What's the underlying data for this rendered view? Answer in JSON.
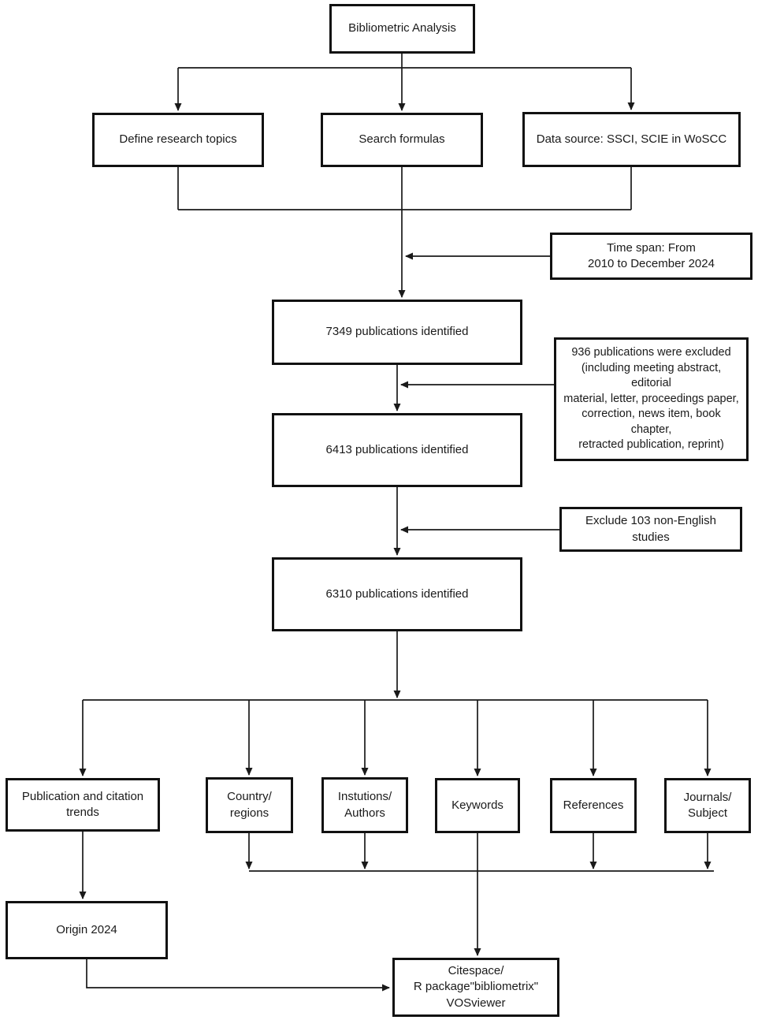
{
  "diagram": {
    "type": "flowchart",
    "colors": {
      "background": "#ffffff",
      "box_fill": "#ffffff",
      "box_border": "#111111",
      "line": "#1a1a1a",
      "text": "#1a1a1a"
    },
    "nodes": {
      "bibliometric": {
        "label": "Bibliometric Analysis"
      },
      "define": {
        "label": "Define research topics"
      },
      "search": {
        "label": "Search formulas"
      },
      "datasource": {
        "label": "Data source: SSCI, SCIE in WoSCC"
      },
      "timespan": {
        "label": "Time span: From\n2010 to December 2024"
      },
      "pub7349": {
        "label": "7349 publications identified"
      },
      "excluded936": {
        "label": "936 publications were excluded\n(including meeting abstract, editorial\nmaterial, letter, proceedings paper,\ncorrection, news item, book chapter,\nretracted publication, reprint)"
      },
      "pub6413": {
        "label": "6413 publications identified"
      },
      "exclude103": {
        "label": "Exclude 103 non-English studies"
      },
      "pub6310": {
        "label": "6310 publications identified"
      },
      "pubtrends": {
        "label": "Publication and citation\ntrends"
      },
      "country": {
        "label": "Country/\nregions"
      },
      "institutions": {
        "label": "Instutions/\nAuthors"
      },
      "keywords": {
        "label": "Keywords"
      },
      "references": {
        "label": "References"
      },
      "journals": {
        "label": "Journals/\nSubject"
      },
      "origin": {
        "label": "Origin 2024"
      },
      "citespace": {
        "label": "Citespace/\nR package\"bibliometrix\"\nVOSviewer"
      }
    },
    "edges": [
      {
        "from": "bibliometric",
        "to": "define"
      },
      {
        "from": "bibliometric",
        "to": "search"
      },
      {
        "from": "bibliometric",
        "to": "datasource"
      },
      {
        "from": "define",
        "to": "pub7349"
      },
      {
        "from": "search",
        "to": "pub7349"
      },
      {
        "from": "datasource",
        "to": "pub7349"
      },
      {
        "from": "timespan",
        "to": "pub7349"
      },
      {
        "from": "pub7349",
        "to": "pub6413"
      },
      {
        "from": "excluded936",
        "to": "pub6413"
      },
      {
        "from": "pub6413",
        "to": "pub6310"
      },
      {
        "from": "exclude103",
        "to": "pub6310"
      },
      {
        "from": "pub6310",
        "to": "pubtrends"
      },
      {
        "from": "pub6310",
        "to": "country"
      },
      {
        "from": "pub6310",
        "to": "institutions"
      },
      {
        "from": "pub6310",
        "to": "keywords"
      },
      {
        "from": "pub6310",
        "to": "references"
      },
      {
        "from": "pub6310",
        "to": "journals"
      },
      {
        "from": "pubtrends",
        "to": "origin"
      },
      {
        "from": "country",
        "to": "citespace"
      },
      {
        "from": "institutions",
        "to": "citespace"
      },
      {
        "from": "keywords",
        "to": "citespace"
      },
      {
        "from": "references",
        "to": "citespace"
      },
      {
        "from": "journals",
        "to": "citespace"
      },
      {
        "from": "origin",
        "to": "citespace"
      }
    ]
  }
}
